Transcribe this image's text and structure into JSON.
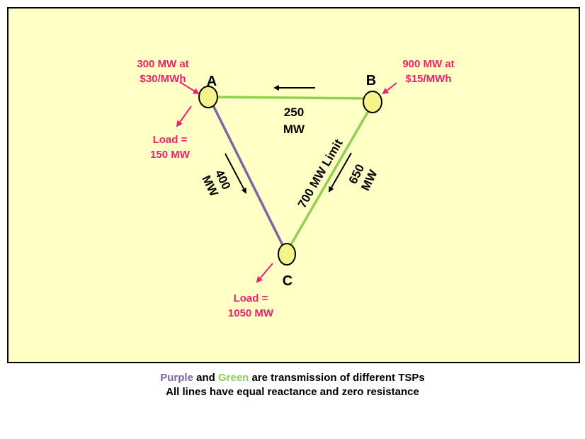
{
  "colors": {
    "background": "#FFFFC6",
    "purple": "#8064A2",
    "green": "#92D050",
    "pink": "#F0206A",
    "node_fill": "#F4F48A"
  },
  "nodes": {
    "a": "A",
    "b": "B",
    "c": "C"
  },
  "gen_a": {
    "line1": "300 MW at",
    "line2": "$30/MWh"
  },
  "gen_b": {
    "line1": "900 MW at",
    "line2": "$15/MWh"
  },
  "load_a": {
    "line1": "Load =",
    "line2": "150 MW"
  },
  "load_c": {
    "line1": "Load =",
    "line2": "1050 MW"
  },
  "flow_ab": {
    "line1": "250",
    "line2": "MW"
  },
  "flow_ac": {
    "line1": "400",
    "line2": "MW"
  },
  "flow_bc": {
    "line1": "650",
    "line2": "MW"
  },
  "limit_bc": "700 MW Limit",
  "caption": {
    "purple": "Purple",
    "and": " and ",
    "green": "Green",
    "rest1": " are transmission of different TSPs",
    "line2": "All lines have equal reactance and zero resistance"
  }
}
